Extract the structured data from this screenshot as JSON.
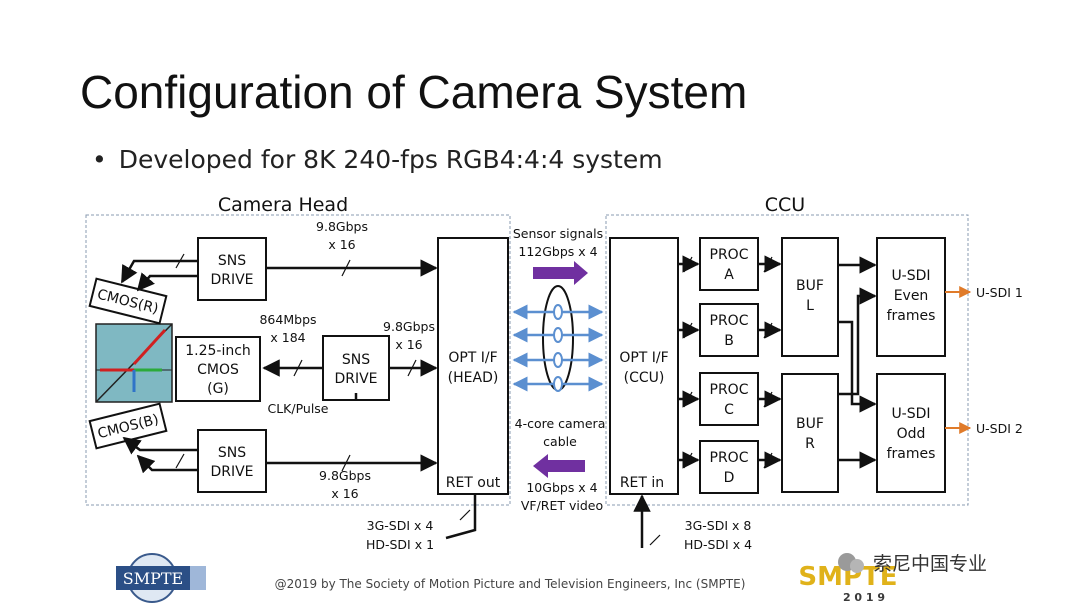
{
  "title": "Configuration of Camera System",
  "bullet": "Developed for 8K 240-fps RGB4:4:4 system",
  "camera_head": {
    "label": "Camera Head",
    "cmos_r": "CMOS(R)",
    "cmos_b": "CMOS(B)",
    "cmos_g": [
      "1.25-inch",
      "CMOS",
      "(G)"
    ],
    "sns_drive": [
      "SNS",
      "DRIVE"
    ],
    "opt_if_head": [
      "OPT I/F",
      "(HEAD)"
    ],
    "ret_out": "RET out",
    "rate_top": [
      "9.8Gbps",
      "x 16"
    ],
    "rate_g_in": [
      "864Mbps",
      "x 184"
    ],
    "rate_g_out": [
      "9.8Gbps",
      "x 16"
    ],
    "rate_bottom": [
      "9.8Gbps",
      "x 16"
    ],
    "clk": "CLK/Pulse",
    "out_formats": [
      "3G-SDI x 4",
      "HD-SDI x 1"
    ]
  },
  "cable": {
    "sensor_signals": [
      "Sensor signals",
      "112Gbps x 4"
    ],
    "cable_label": [
      "4-core camera",
      "cable"
    ],
    "return": [
      "10Gbps x 4",
      "VF/RET video"
    ]
  },
  "ccu": {
    "label": "CCU",
    "opt_if_ccu": [
      "OPT I/F",
      "(CCU)"
    ],
    "ret_in": "RET in",
    "procs": [
      [
        "PROC",
        "A"
      ],
      [
        "PROC",
        "B"
      ],
      [
        "PROC",
        "C"
      ],
      [
        "PROC",
        "D"
      ]
    ],
    "buf_l": [
      "BUF",
      "L"
    ],
    "buf_r": [
      "BUF",
      "R"
    ],
    "usdi_even": [
      "U-SDI",
      "Even",
      "frames"
    ],
    "usdi_odd": [
      "U-SDI",
      "Odd",
      "frames"
    ],
    "out1": "U-SDI 1",
    "out2": "U-SDI 2",
    "in_formats": [
      "3G-SDI x 8",
      "HD-SDI x 4"
    ]
  },
  "footer": "@2019 by The Society of Motion Picture and Television Engineers, Inc (SMPTE)",
  "logo_left": "SMPTE",
  "logo_right": "SMPTE",
  "logo_right_year": "2 0 1 9",
  "watermark": "索尼中国专业",
  "colors": {
    "arrow_purple": "#7030a0",
    "arrow_blue": "#5b8fd0",
    "arrow_orange": "#e07b2a"
  }
}
